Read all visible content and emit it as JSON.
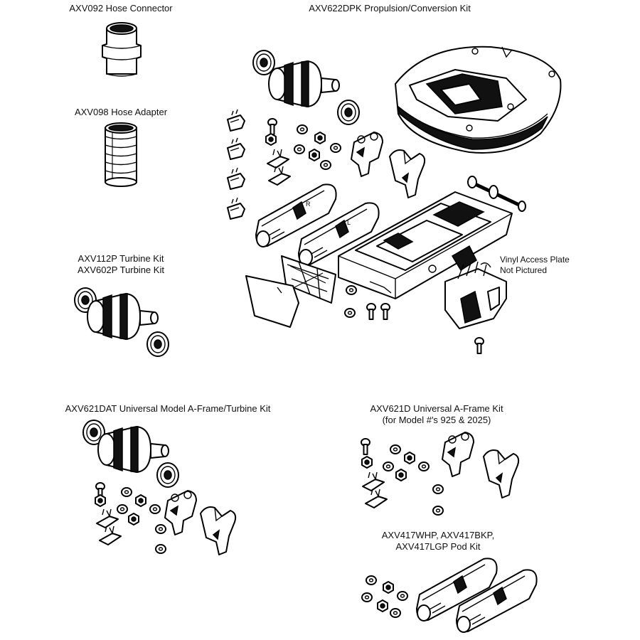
{
  "kits": {
    "hose_connector": "AXV092 Hose Connector",
    "hose_adapter": "AXV098 Hose Adapter",
    "propulsion_kit": "AXV622DPK Propulsion/Conversion Kit",
    "turbine_kit": [
      "AXV112P Turbine Kit",
      "AXV602P Turbine Kit"
    ],
    "universal_aframe_turbine": "AXV621DAT Universal Model A-Frame/Turbine Kit",
    "universal_aframe": [
      "AXV621D Universal A-Frame Kit",
      "(for Model #'s 925 & 2025)"
    ],
    "pod_kit": [
      "AXV417WHP, AXV417BKP,",
      "AXV417LGP Pod Kit"
    ]
  },
  "notes": {
    "vinyl_plate": [
      "Vinyl Access Plate",
      "Not Pictured"
    ]
  },
  "pod_marks": {
    "right": "R",
    "left": "L"
  }
}
